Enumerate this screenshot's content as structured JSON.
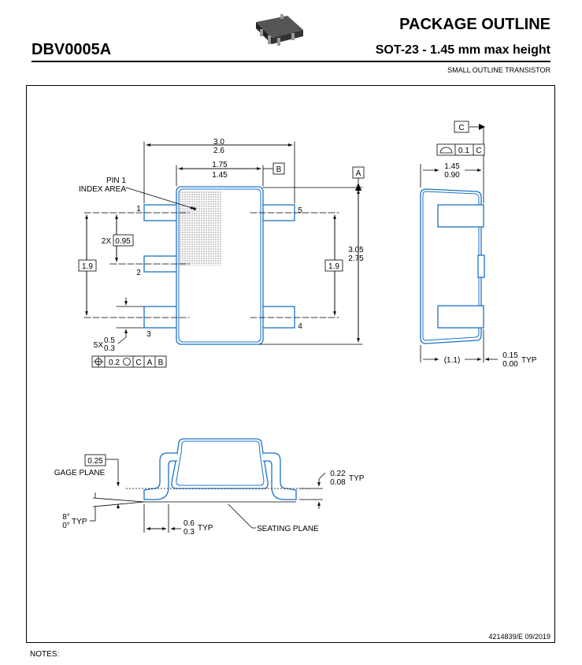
{
  "header": {
    "title": "PACKAGE OUTLINE",
    "package_id": "DBV0005A",
    "subtitle": "SOT-23 - 1.45 mm max height",
    "description": "SMALL OUTLINE TRANSISTOR"
  },
  "top_view": {
    "pin1_label_line1": "PIN 1",
    "pin1_label_line2": "INDEX AREA",
    "pins": [
      "1",
      "2",
      "3",
      "4",
      "5"
    ],
    "dim_total_width_max": "3.0",
    "dim_total_width_min": "2.6",
    "dim_body_width_max": "1.75",
    "dim_body_width_min": "1.45",
    "datum_b": "B",
    "datum_a": "A",
    "dim_length_max": "3.05",
    "dim_length_min": "2.75",
    "dim_pitch_label": "2X",
    "dim_pitch": "0.95",
    "dim_span_left": "1.9",
    "dim_span_right": "1.9",
    "lead_width_label": "5X",
    "lead_width_max": "0.5",
    "lead_width_min": "0.3",
    "fcf_position_tol": "0.2",
    "fcf_datum_1": "C",
    "fcf_datum_2": "A",
    "fcf_datum_3": "B"
  },
  "side_view": {
    "datum_c": "C",
    "profile_tol": "0.1",
    "profile_datum": "C",
    "height_max": "1.45",
    "height_min": "0.90",
    "standoff_ref": "(1.1)",
    "standoff_max": "0.15",
    "standoff_min": "0.00",
    "standoff_typ": "TYP"
  },
  "detail_view": {
    "gage_value": "0.25",
    "gage_label": "GAGE PLANE",
    "angle_max": "8°",
    "angle_min": "0°",
    "angle_typ": "TYP",
    "foot_max": "0.6",
    "foot_min": "0.3",
    "foot_typ": "TYP",
    "seating_label": "SEATING PLANE",
    "lead_thk_max": "0.22",
    "lead_thk_min": "0.08",
    "lead_thk_typ": "TYP"
  },
  "footer": {
    "doc_number": "4214839/E  09/2019",
    "notes_label": "NOTES:"
  },
  "colors": {
    "outline_blue": "#1a73c8",
    "dimension_black": "#000000"
  }
}
